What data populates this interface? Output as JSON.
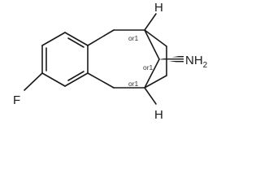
{
  "molecule": {
    "atoms": {
      "fluorine": "F",
      "amine": "NH",
      "amine_subscript": "2",
      "hydrogen_top": "H",
      "hydrogen_bottom": "H"
    },
    "stereo_labels": {
      "top": "or1",
      "center": "or1",
      "bottom": "or1"
    }
  }
}
